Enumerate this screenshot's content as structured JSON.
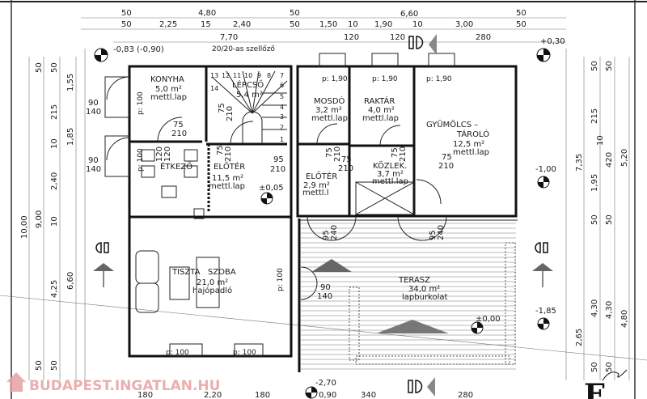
{
  "rooms": {
    "konyha": {
      "name": "KONYHA",
      "area": "5,0 m²",
      "floor": "mettl.lap"
    },
    "lepcso": {
      "name": "LÉPCSŐ",
      "area": "5,4 m²"
    },
    "mosdo": {
      "name": "MOSDÓ",
      "area": "3,2 m²",
      "floor": "mettl.lap"
    },
    "raktar": {
      "name": "RAKTÁR",
      "area": "4,0 m²",
      "floor": "mettl.lap"
    },
    "gyumolcs": {
      "name1": "GYÜMÖLCS –",
      "name2": "TÁROLÓ",
      "area": "12,5 m²",
      "floor": "mettl.lap"
    },
    "etkezo": {
      "name": "ÉTKEZŐ"
    },
    "eloter1": {
      "name": "ELŐTÉR",
      "area": "11,5 m²",
      "floor": "mettl.lap"
    },
    "eloter2": {
      "name": "ELŐTÉR",
      "area": "2,9 m²",
      "floor": "mettl.l"
    },
    "kozlek": {
      "name": "KÖZLEK.",
      "area": "3,7 m²",
      "floor": "mettl.lap"
    },
    "szoba": {
      "name": "TISZTA   SZOBA",
      "area": "21,0 m²",
      "floor": "hajópadló"
    },
    "terasz": {
      "name": "TERASZ",
      "area": "34,0 m²",
      "floor": "lapburkolat"
    }
  },
  "levels": {
    "nw": "-0,83 (-0,90)",
    "ne": "+0,30",
    "hall": "±0,05",
    "terrace": "±0,00",
    "east1": "-1,00",
    "east2": "-1,85",
    "south1": "-2,70",
    "south2": "0,90"
  },
  "note_vent": "20/20-as szellőző",
  "stair_steps": [
    "1",
    "2",
    "3",
    "4",
    "5",
    "6",
    "7",
    "8",
    "9",
    "10",
    "11",
    "12",
    "13",
    "14"
  ],
  "doors": {
    "p190": "p: 1,90",
    "p100": "p: 100",
    "d75_210_a": [
      "75",
      "210"
    ],
    "d95_210": [
      "95",
      "210"
    ],
    "d120_120": [
      "120",
      "120"
    ],
    "d95_240": [
      "95",
      "240"
    ],
    "d90_140": [
      "90",
      "140"
    ]
  },
  "dims_top": {
    "row1": [
      "50",
      "4,80",
      "50",
      "6,60",
      "50"
    ],
    "row2": [
      "50",
      "2,25",
      "15",
      "2,40",
      "50",
      "1,50",
      "10",
      "1,90",
      "10",
      "3,00",
      "50"
    ],
    "row3": [
      "7,70",
      "120",
      "120",
      "280"
    ]
  },
  "dims_left": {
    "outer": "10,00",
    "second": "9,00",
    "col3": [
      "50",
      "215",
      "10",
      "2,40",
      "10",
      "4,25",
      "50"
    ],
    "col4": [
      "50",
      "1,55",
      "1,85",
      "6,60",
      "50"
    ]
  },
  "dims_right": {
    "col1": [
      "7,35",
      "2,65"
    ],
    "col2": [
      "50",
      "215",
      "10",
      "1,95",
      "50",
      "4,30",
      "50"
    ],
    "col3": [
      "50",
      "420",
      "50",
      "4,30",
      "50"
    ],
    "col4": [
      "5,20",
      "4,80"
    ]
  },
  "dims_bottom": [
    "180",
    "2,20",
    "180",
    "340",
    "280"
  ],
  "watermark": "BUDAPEST.INGATLAN.HU",
  "sheet_mark": "E"
}
